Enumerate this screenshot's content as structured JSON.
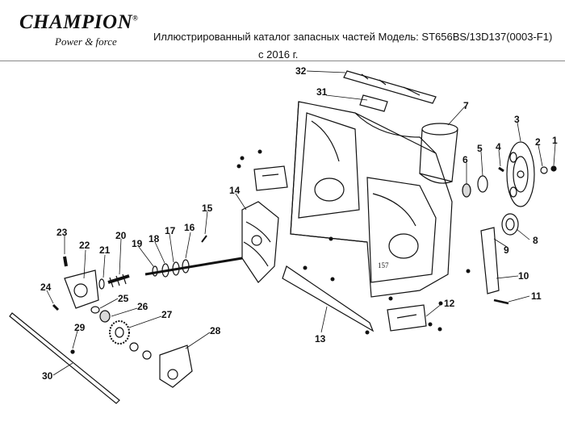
{
  "header": {
    "brand": "CHAMPION",
    "trademark": "®",
    "tagline": "Power & force",
    "title_line1": "Иллюстрированный каталог запасных частей Модель: ST656BS/13D137(0003-F1)",
    "title_line2": "с 2016 г."
  },
  "housing_stamp": "157",
  "callouts": [
    "1",
    "2",
    "3",
    "4",
    "5",
    "6",
    "7",
    "8",
    "9",
    "10",
    "11",
    "12",
    "13",
    "14",
    "15",
    "16",
    "17",
    "18",
    "19",
    "20",
    "21",
    "22",
    "23",
    "24",
    "25",
    "26",
    "27",
    "28",
    "29",
    "30",
    "31",
    "32"
  ],
  "colors": {
    "ink": "#111111",
    "paper": "#ffffff",
    "shade": "#d9d9d9"
  }
}
